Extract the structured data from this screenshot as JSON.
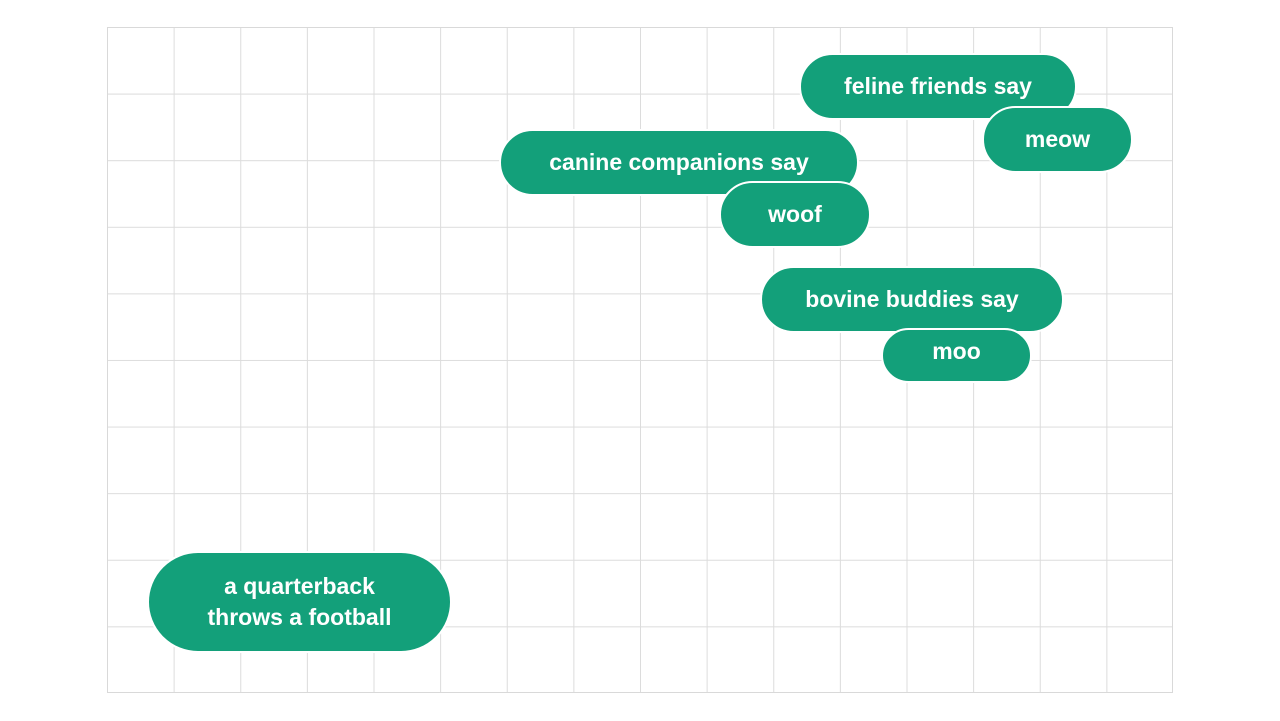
{
  "colors": {
    "pill_fill": "#13a07a",
    "pill_text": "#ffffff",
    "pill_outline": "#ffffff",
    "grid_line": "#dcdcdc",
    "background": "#ffffff"
  },
  "labels": {
    "feline_phrase": "feline friends say",
    "feline_word": "meow",
    "canine_phrase": "canine companions say",
    "canine_word": "woof",
    "bovine_phrase": "bovine buddies say",
    "bovine_word": "moo",
    "quarterback_line1": "a quarterback",
    "quarterback_line2": "throws a football"
  }
}
